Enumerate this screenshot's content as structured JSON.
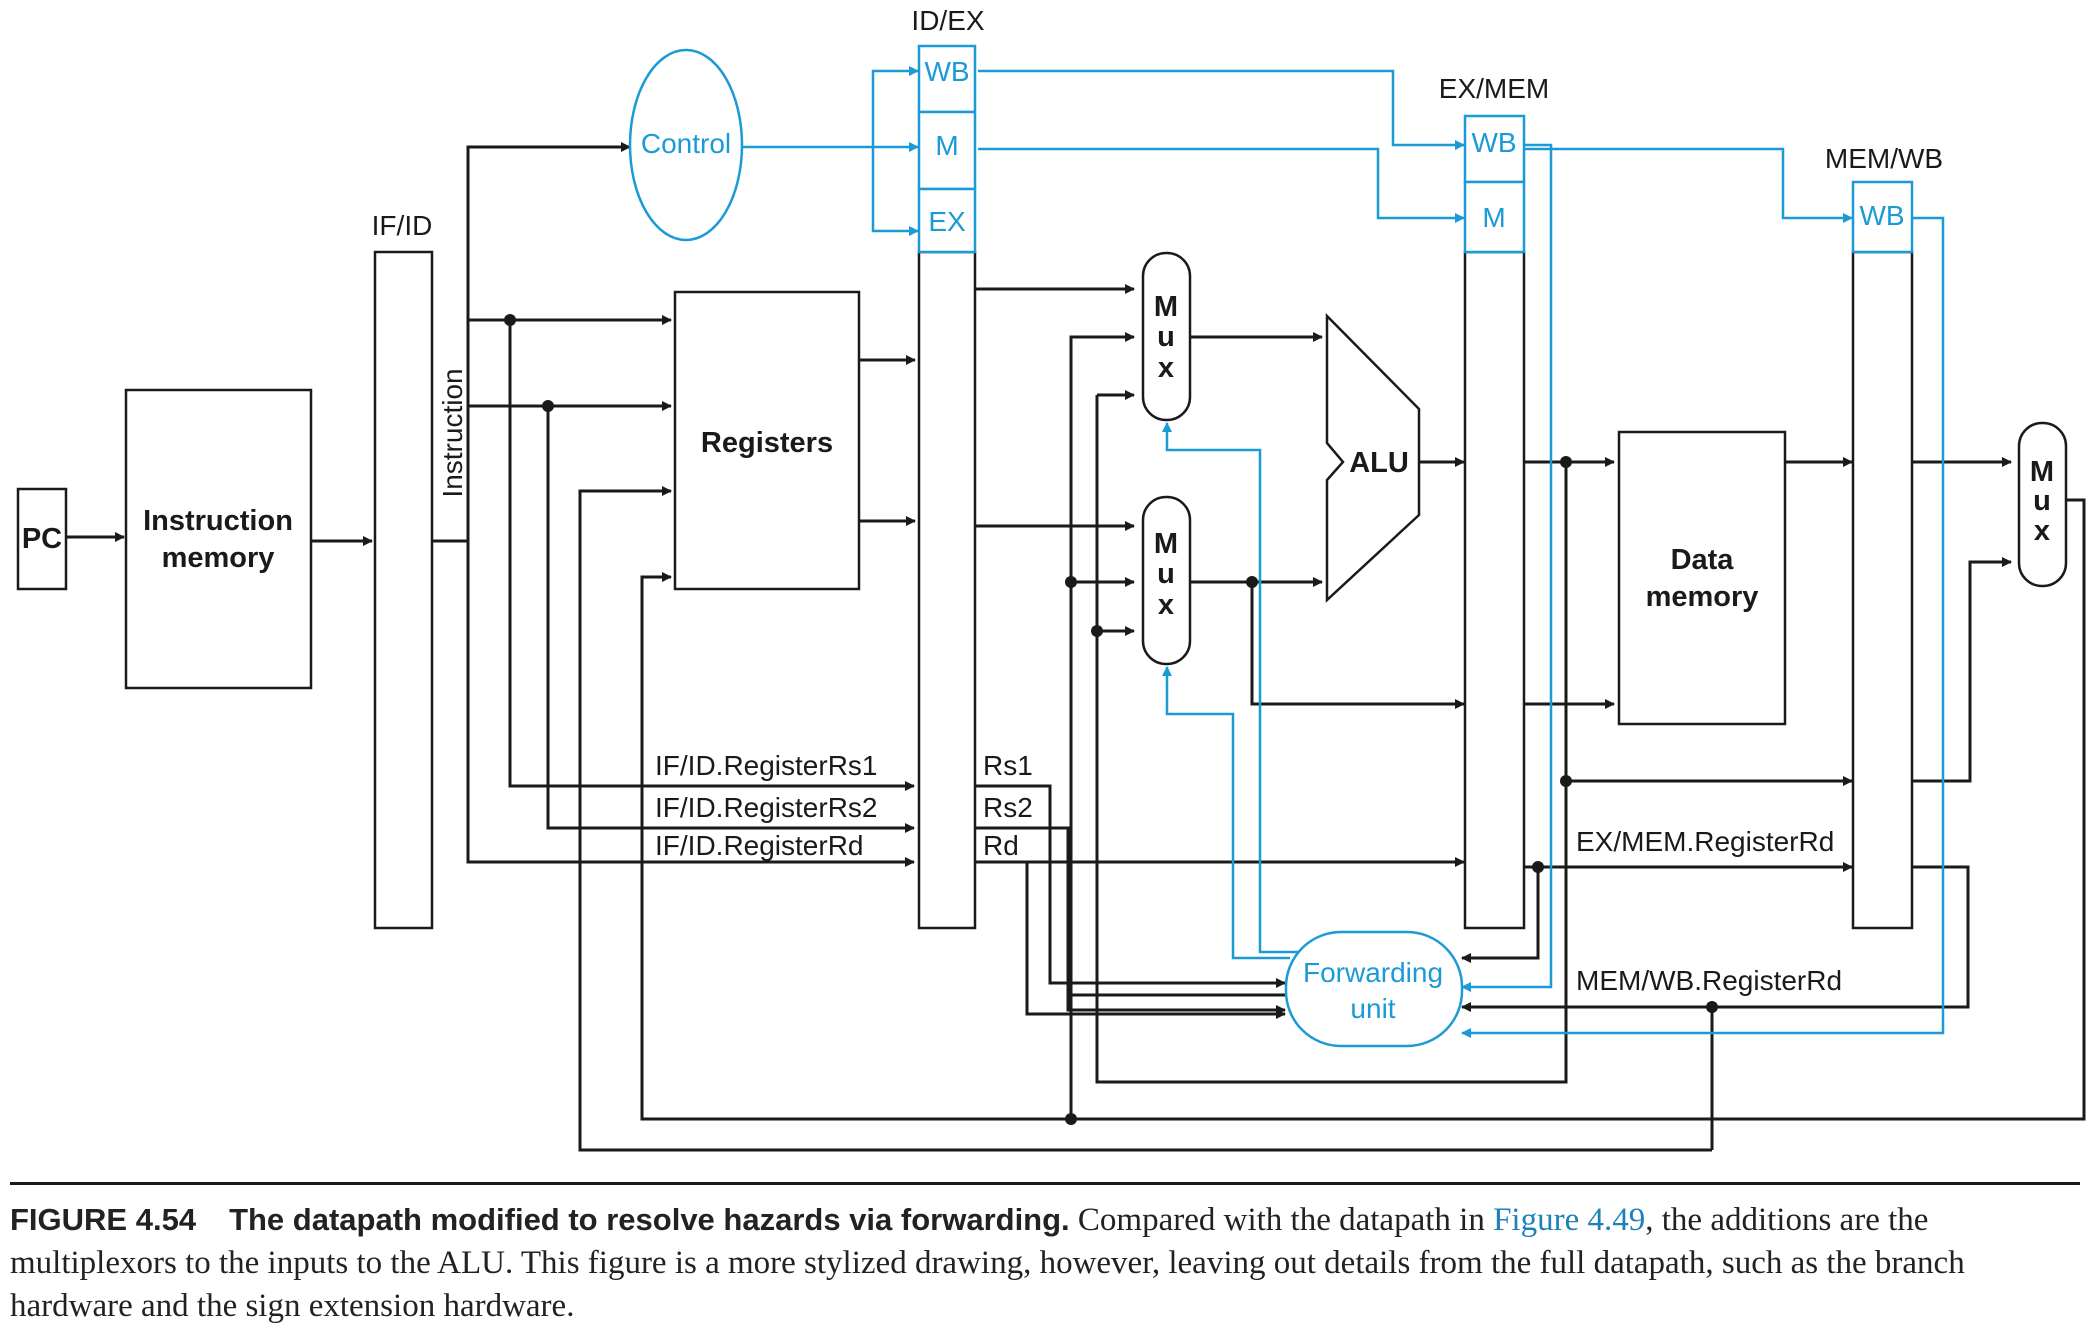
{
  "colors": {
    "control": "#1c9ad6",
    "datapath": "#1a1a1a"
  },
  "diagram": {
    "pc": "PC",
    "instruction_memory": [
      "Instruction",
      "memory"
    ],
    "if_id": {
      "title": "IF/ID",
      "label": "Instruction"
    },
    "control": "Control",
    "registers": "Registers",
    "id_ex": {
      "title": "ID/EX",
      "wb": "WB",
      "m": "M",
      "ex": "EX"
    },
    "ex_mem": {
      "title": "EX/MEM",
      "wb": "WB",
      "m": "M"
    },
    "mem_wb": {
      "title": "MEM/WB",
      "wb": "WB"
    },
    "mux_letters": [
      "M",
      "u",
      "x"
    ],
    "alu": "ALU",
    "data_memory": [
      "Data",
      "memory"
    ],
    "forwarding_unit": [
      "Forwarding",
      "unit"
    ],
    "rs1_label": "IF/ID.RegisterRs1",
    "rs2_label": "IF/ID.RegisterRs2",
    "rd_label": "IF/ID.RegisterRd",
    "rs1": "Rs1",
    "rs2": "Rs2",
    "rd": "Rd",
    "ex_mem_rd": "EX/MEM.RegisterRd",
    "mem_wb_rd": "MEM/WB.RegisterRd"
  },
  "caption": {
    "label": "FIGURE 4.54",
    "title": "The datapath modified to resolve hazards via forwarding.",
    "text_before": " Compared with the datapath in ",
    "link": "Figure 4.49",
    "text_after": ", the additions are the multiplexors to the inputs to the ALU. This figure is a more stylized drawing, however, leaving out details from the full datapath, such as the branch hardware and the sign extension hardware."
  }
}
